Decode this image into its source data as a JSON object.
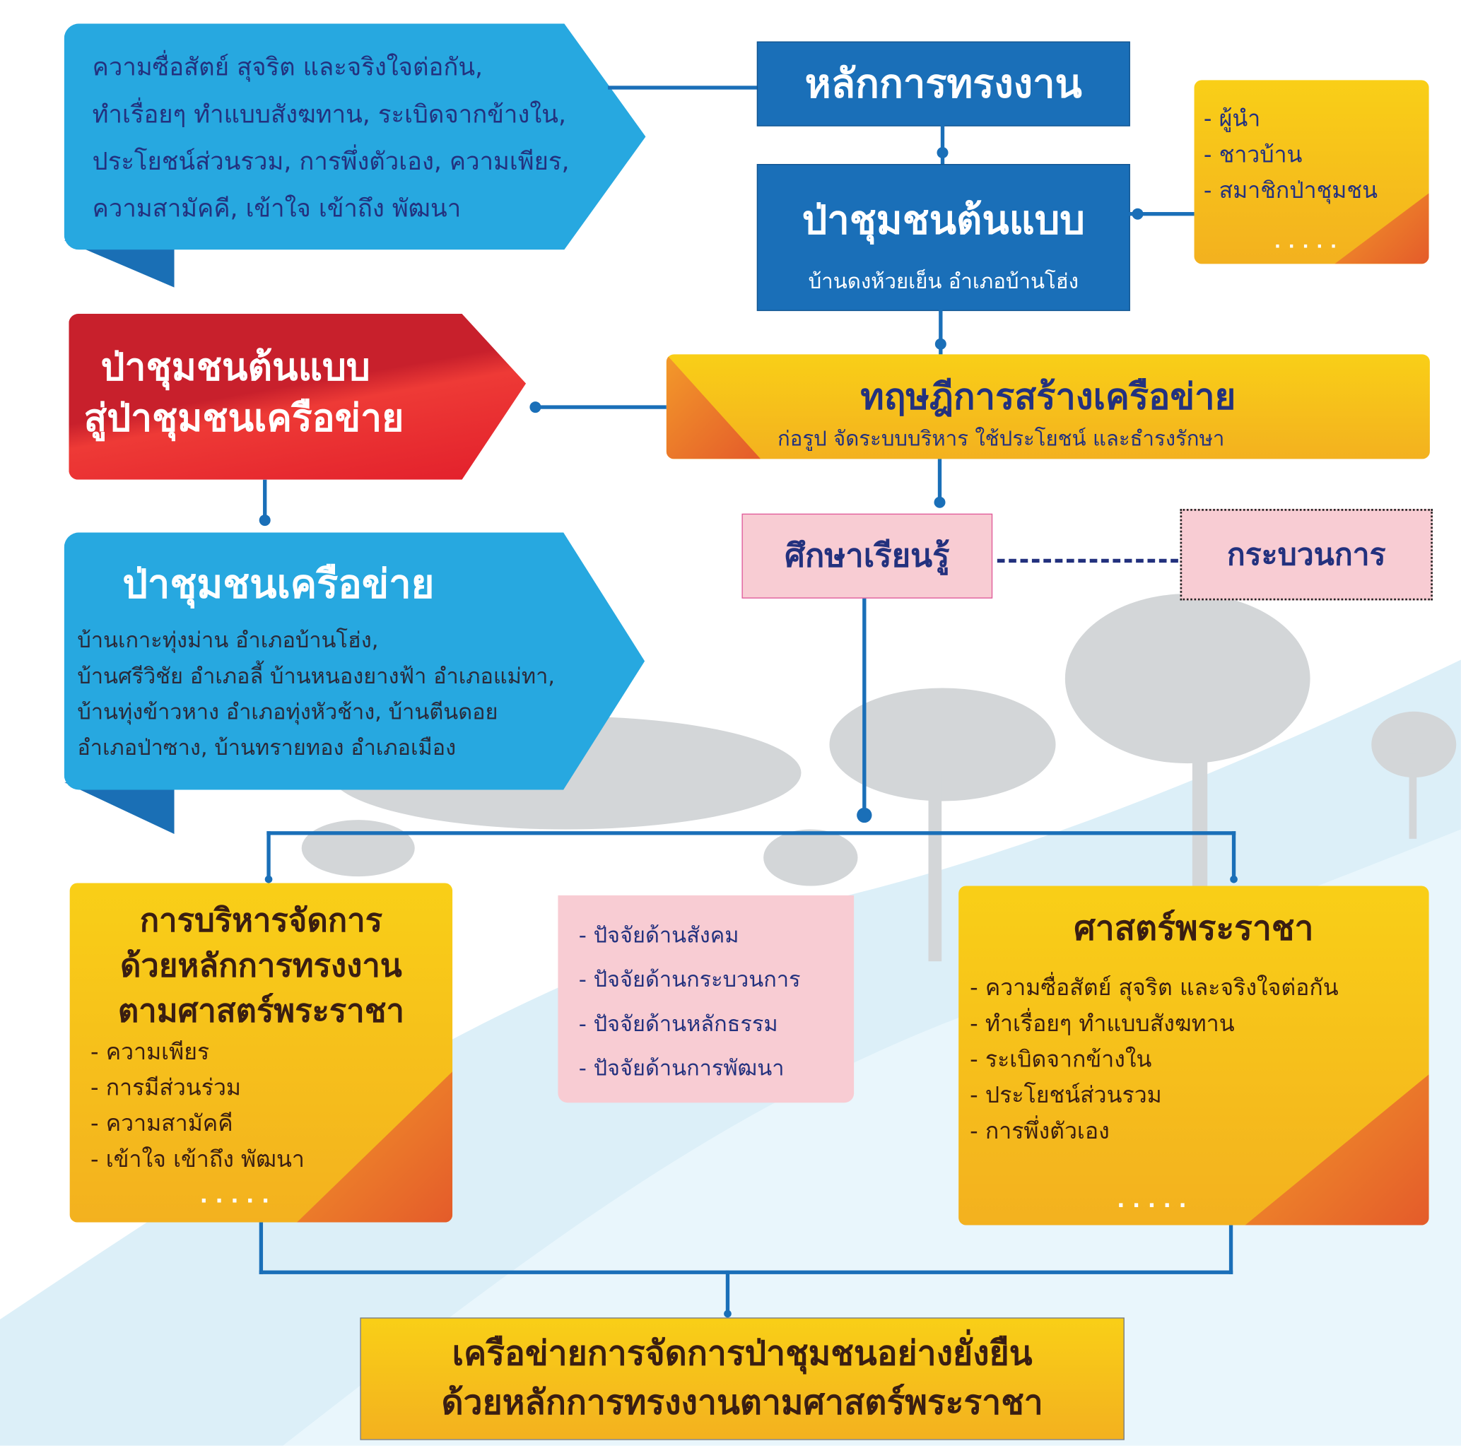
{
  "top_principles": {
    "text_lines": [
      "ความซื่อสัตย์ สุจริต และจริงใจต่อกัน,",
      "ทำเรื่อยๆ ทำแบบสังฆทาน, ระเบิดจากข้างใน,",
      "ประโยชน์ส่วนรวม, การพึ่งตัวเอง, ความเพียร,",
      "ความสามัคคี, เข้าใจ เข้าถึง พัฒนา"
    ]
  },
  "royal_principles_title": "หลักการทรงงาน",
  "model_forest": {
    "title": "ป่าชุมชนต้นแบบ",
    "subtitle": "บ้านดงห้วยเย็น อำเภอบ้านโฮ่ง"
  },
  "actors": {
    "items": [
      "- ผู้นำ",
      "- ชาวบ้าน",
      "- สมาชิกป่าชุมชน"
    ],
    "more": "....."
  },
  "network_theory": {
    "title": "ทฤษฎีการสร้างเครือข่าย",
    "subtitle": "ก่อรูป จัดระบบบริหาร ใช้ประโยชน์ และธำรงรักษา"
  },
  "red_banner": {
    "line1": "ป่าชุมชนต้นแบบ",
    "line2": "สู่ป่าชุมชนเครือข่าย"
  },
  "network_forest": {
    "title": "ป่าชุมชนเครือข่าย",
    "lines": [
      "บ้านเกาะทุ่งม่าน อำเภอบ้านโฮ่ง,",
      "บ้านศรีวิชัย อำเภอลี้ บ้านหนองยางฟ้า อำเภอแม่ทา,",
      "บ้านทุ่งข้าวหาง อำเภอทุ่งหัวช้าง, บ้านตีนดอย",
      "อำเภอป่าซาง, บ้านทรายทอง อำเภอเมือง"
    ]
  },
  "study": "ศึกษาเรียนรู้",
  "process": "กระบวนการ",
  "management": {
    "title_lines": [
      "การบริหารจัดการ",
      "ด้วยหลักการทรงงาน",
      "ตามศาสตร์พระราชา"
    ],
    "items": [
      "- ความเพียร",
      "- การมีส่วนร่วม",
      "- ความสามัคคี",
      "- เข้าใจ เข้าถึง พัฒนา"
    ],
    "more": "....."
  },
  "factors": {
    "items": [
      "- ปัจจัยด้านสังคม",
      "- ปัจจัยด้านกระบวนการ",
      "- ปัจจัยด้านหลักธรรม",
      "- ปัจจัยด้านการพัฒนา"
    ]
  },
  "kings_science": {
    "title": "ศาสตร์พระราชา",
    "items": [
      "- ความซื่อสัตย์ สุจริต และจริงใจต่อกัน",
      "- ทำเรื่อยๆ ทำแบบสังฆทาน",
      "- ระเบิดจากข้างใน",
      "- ประโยชน์ส่วนรวม",
      "- การพึ่งตัวเอง"
    ],
    "more": "....."
  },
  "result": {
    "line1": "เครือข่ายการจัดการป่าชุมชนอย่างยั่งยืน",
    "line2": "ด้วยหลักการทรงงานตามศาสตร์พระราชา"
  },
  "colors": {
    "blue": "#27a8e0",
    "dark_blue": "#1a6fb8",
    "red": "#d9232e",
    "yellow": "#f7c51a",
    "pink": "#f8ccd3",
    "navy": "#23317e"
  }
}
